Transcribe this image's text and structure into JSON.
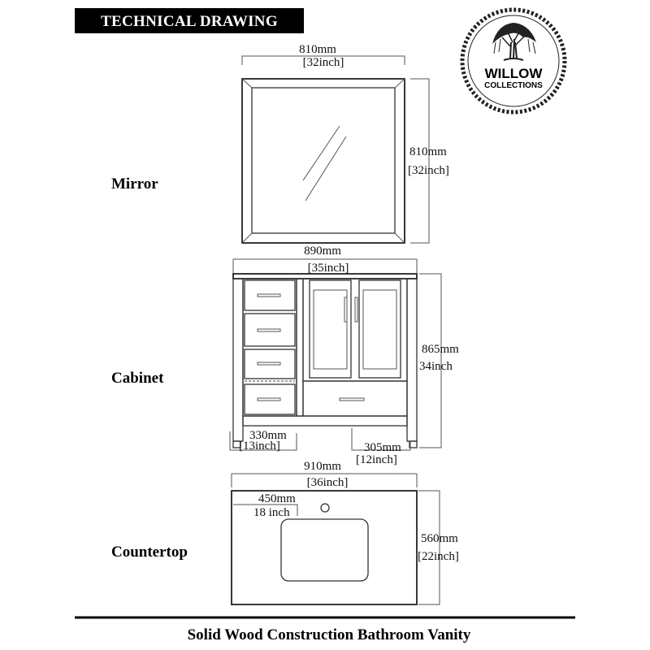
{
  "header": {
    "title": "TECHNICAL DRAWING"
  },
  "logo": {
    "line1": "WILLOW",
    "line2": "COLLECTIONS"
  },
  "mirror": {
    "label": "Mirror",
    "width_mm": "810mm",
    "width_in": "[32inch]",
    "height_mm": "810mm",
    "height_in": "[32inch]"
  },
  "cabinet": {
    "label": "Cabinet",
    "width_mm": "890mm",
    "width_in": "[35inch]",
    "height_mm": "865mm",
    "height_in": "34inch",
    "left_depth_mm": "330mm",
    "left_depth_in": "[13inch]",
    "right_depth_mm": "305mm",
    "right_depth_in": "[12inch]"
  },
  "countertop": {
    "label": "Countertop",
    "width_mm": "910mm",
    "width_in": "[36inch]",
    "height_mm": "560mm",
    "height_in": "[22inch]",
    "faucet_mm": "450mm",
    "faucet_in": "18 inch"
  },
  "footer": {
    "caption": "Solid Wood Construction Bathroom Vanity"
  }
}
